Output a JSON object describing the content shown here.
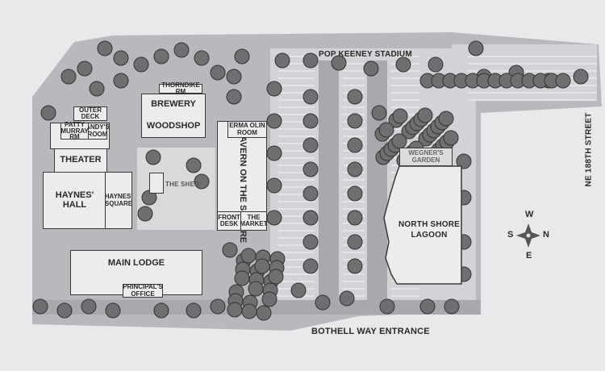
{
  "map": {
    "streets": {
      "north": "POP KEENEY STADIUM",
      "south": "BOTHELL WAY ENTRANCE",
      "east": "NE 188TH STREET"
    },
    "buildings": {
      "thorndike": "THORNDIKE RM",
      "brewery": "BREWERY",
      "woodshop": "WOODSHOP",
      "outer_deck": "OUTER DECK",
      "patty_murray": "PATTY MURRAY RM",
      "andys_room": "ANDY'S ROOM",
      "theater": "THEATER",
      "haynes_hall": "HAYNES' HALL",
      "haynes_square": "HAYNES' SQUARE",
      "the_shed": "THE SHED",
      "erma_olin": "ERMA OLIN ROOM",
      "tavern": "TAVERN ON THE SQUARE",
      "front_desk": "FRONT DESK",
      "the_market": "THE MARKET",
      "main_lodge": "MAIN LODGE",
      "principals_office": "PRINCIPAL'S OFFICE",
      "wegners_garden": "WEGNER'S GARDEN",
      "lagoon": "NORTH SHORE LAGOON"
    },
    "compass": {
      "n": "N",
      "s": "S",
      "e": "E",
      "w": "W"
    },
    "colors": {
      "site": "#b9b9bd",
      "parking": "#d3d3d7",
      "building": "#ececec",
      "tree": "#6f6f72"
    }
  }
}
